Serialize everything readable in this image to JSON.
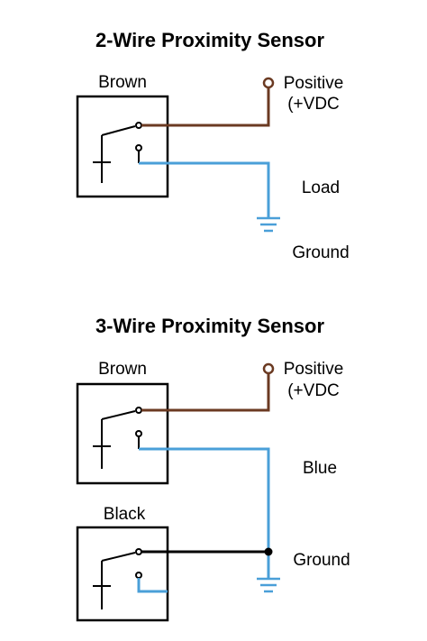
{
  "colors": {
    "brown_wire": "#6b3a22",
    "blue_wire": "#4a9fd8",
    "black_wire": "#000000",
    "outline": "#000000",
    "background": "#ffffff"
  },
  "diagram_2wire": {
    "title": "2-Wire Proximity Sensor",
    "sensor_label": "Brown",
    "positive_label_line1": "Positive",
    "positive_label_line2": "(+VDC",
    "load_label": "Load",
    "ground_label": "Ground"
  },
  "diagram_3wire": {
    "title": "3-Wire Proximity Sensor",
    "sensor_top_label": "Brown",
    "sensor_bottom_label": "Black",
    "positive_label_line1": "Positive",
    "positive_label_line2": "(+VDC",
    "blue_label": "Blue",
    "ground_label": "Ground"
  },
  "icons": [
    "positive-terminal-icon",
    "ground-symbol-icon",
    "switch-contact-icon",
    "junction-dot-icon"
  ]
}
